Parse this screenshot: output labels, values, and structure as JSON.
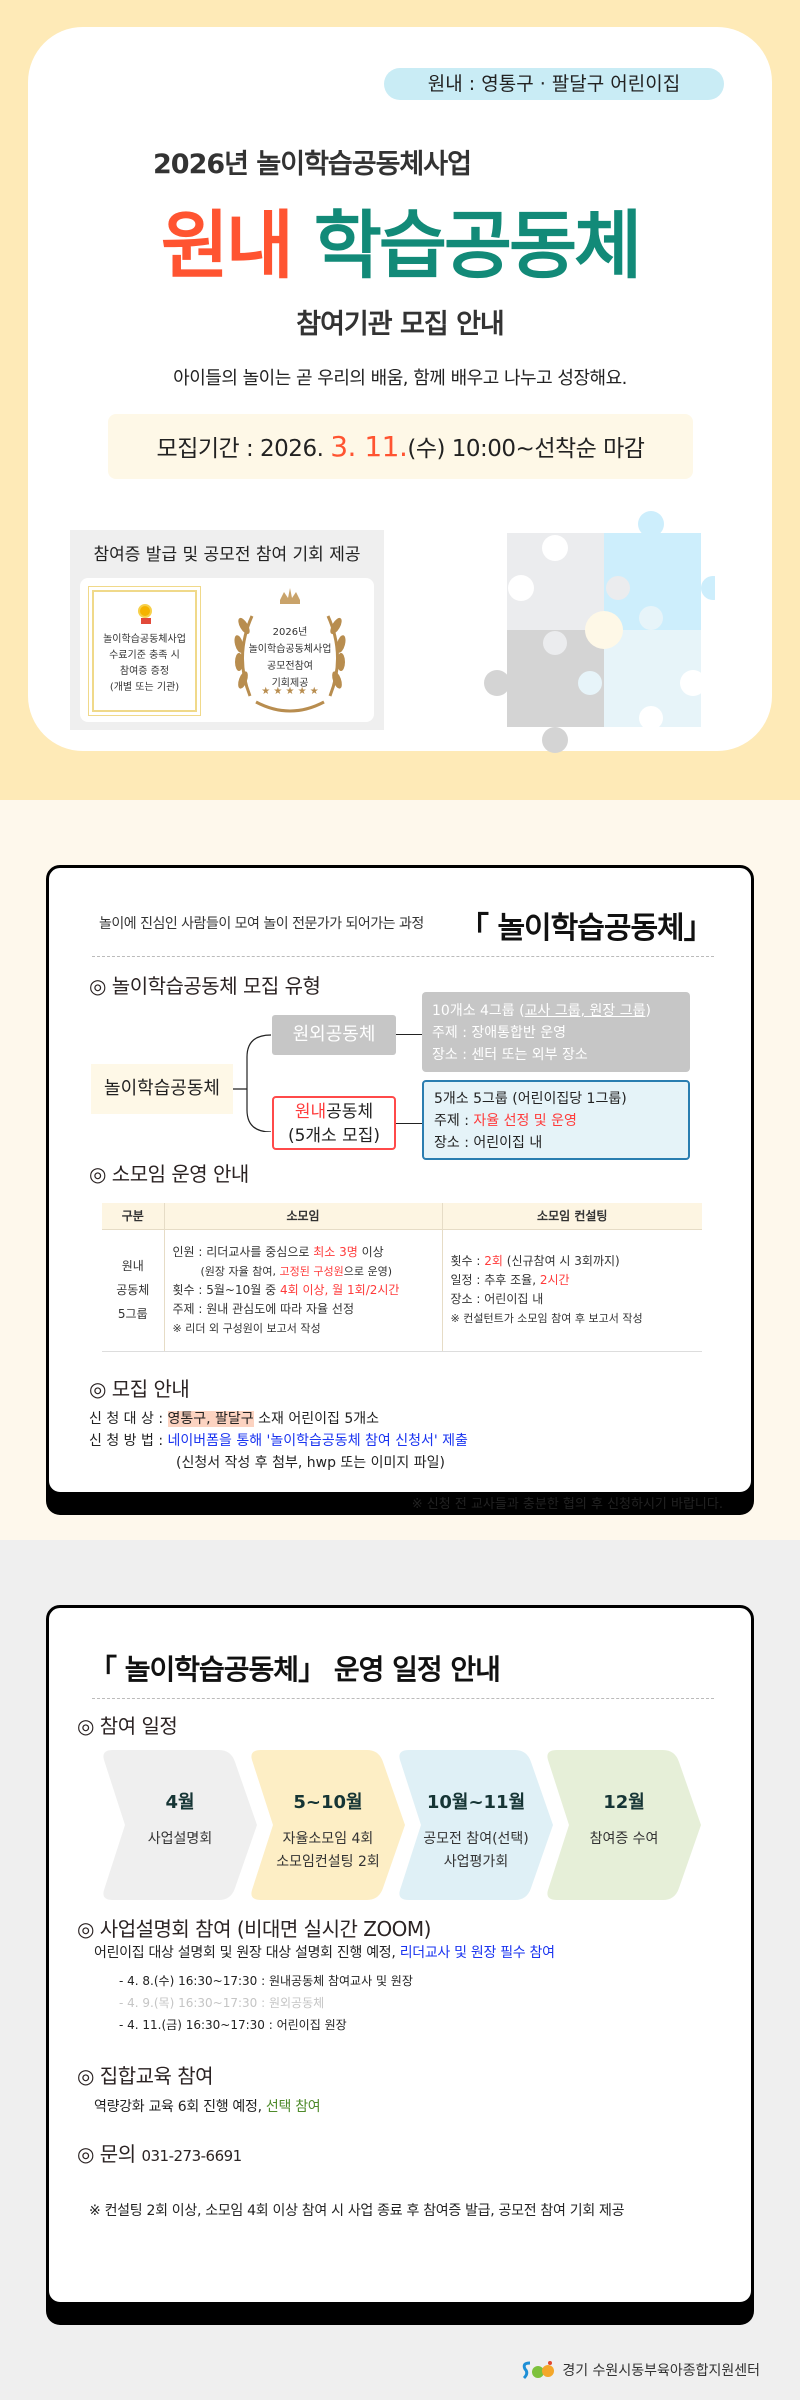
{
  "hero": {
    "badge": "원내 : 영통구 · 팔달구 어린이집",
    "subtitle": "2026년 놀이학습공동체사업",
    "title_red": "원내",
    "title_green": "학습공동체",
    "guide": "참여기관 모집 안내",
    "slogan": "아이들의 놀이는 곧 우리의 배움, 함께 배우고 나누고 성장해요.",
    "period": {
      "prefix": "모집기간 : 2026. ",
      "highlight": "3. 11.",
      "suffix": "(수) 10:00~선착순 마감"
    },
    "certificate": {
      "title": "참여증 발급 및 공모전 참여 기회 제공",
      "frame_lines": [
        "놀이학습공동체사업",
        "수료기준 충족 시",
        "참여증 증정",
        "(개별 또는 기관)"
      ],
      "laurel_lines": [
        "2026년",
        "놀이학습공동체사업",
        "공모전참여",
        "기회제공"
      ]
    },
    "colors": {
      "red": "#ff5431",
      "green": "#128a78",
      "bg": "#feeab7"
    }
  },
  "about": {
    "intro_small": "놀이에 진심인 사람들이 모여 놀이 전문가가 되어가는 과정",
    "intro_big": "「 놀이학습공동체」",
    "types_heading": "◎ 놀이학습공동체 모집 유형",
    "tree": {
      "root": "놀이학습공동체",
      "outside": {
        "label": "원외공동체",
        "line1_a": "10개소  4그룹 (",
        "line1_u": "교사 그룹, 원장 그룹",
        "line1_b": ")",
        "line2": "주제 : 장애통합반 운영",
        "line3": "장소 : 센터 또는 외부 장소"
      },
      "inside": {
        "label_red": "원내",
        "label_rest": "공동체",
        "sub": "(5개소 모집)",
        "line1": "5개소 5그룹 (어린이집당 1그룹)",
        "line2_a": "주제 : ",
        "line2_red": "자율 선정 및 운영",
        "line3": "장소 : 어린이집 내"
      }
    },
    "ops_heading": "◎ 소모임 운영 안내",
    "table": {
      "headers": [
        "구분",
        "소모임",
        "소모임 컨설팅"
      ],
      "row_label": [
        "원내",
        "공동체",
        "5그룹"
      ],
      "meeting": {
        "l1_a": "인원 : 리더교사를 중심으로 ",
        "l1_red": "최소 3명",
        "l1_b": " 이상",
        "l2_a": "(원장 자율 참여, ",
        "l2_red": "고정된 구성원",
        "l2_b": "으로 운영)",
        "l3_a": "횟수 : 5월~10월 중 ",
        "l3_red": "4회 이상, 월 1회/2시간",
        "l4": "주제 : 원내 관심도에 따라 자율 선정",
        "l5": "※ 리더 외 구성원이 보고서 작성"
      },
      "consulting": {
        "l1_a": "횟수 : ",
        "l1_red": "2회",
        "l1_b": " (신규참여 시 3회까지)",
        "l2_a": "일정 : 추후 조율, ",
        "l2_red": "2시간",
        "l3": "장소 : 어린이집 내",
        "l4": "※ 컨설턴트가 소모임 참여 후 보고서 작성"
      }
    },
    "recruit_heading": "◎ 모집 안내",
    "recruit": {
      "target_label": "신 청 대 상 : ",
      "target_mark": "영통구, 팔달구",
      "target_rest": " 소재 어린이집 5개소",
      "method_label": "신 청 방 법 : ",
      "method_blue": "네이버폼을 통해 '놀이학습공동체 참여 신청서' 제출",
      "method_sub": "(신청서 작성 후 첨부, hwp 또는 이미지 파일)"
    },
    "note": "※ 신청 전 교사들과 충분한 협의 후 신청하시기 바랍니다."
  },
  "schedule": {
    "title": "「 놀이학습공동체」 운영 일정 안내",
    "participate_heading": "◎ 참여 일정",
    "steps": [
      {
        "month": "4월",
        "desc": [
          "사업설명회"
        ],
        "color": "#efefef"
      },
      {
        "month": "5~10월",
        "desc": [
          "자율소모임 4회",
          "소모임컨설팅 2회"
        ],
        "color": "#fdeec5"
      },
      {
        "month": "10월~11월",
        "desc": [
          "공모전 참여(선택)",
          "사업평가회"
        ],
        "color": "#dff0f6"
      },
      {
        "month": "12월",
        "desc": [
          "참여증 수여"
        ],
        "color": "#e6efd8"
      }
    ],
    "briefing_heading": "◎ 사업설명회 참여 (비대면 실시간 ZOOM)",
    "briefing_text_a": "어린이집 대상 설명회 및 원장 대상 설명회 진행 예정, ",
    "briefing_text_blue": "리더교사 및 원장 필수 참여",
    "briefing_items": [
      {
        "text": "- 4.  8.(수) 16:30~17:30 : 원내공동체 참여교사 및 원장",
        "muted": false
      },
      {
        "text": "- 4.  9.(목) 16:30~17:30 : 원외공동체",
        "muted": true
      },
      {
        "text": "- 4. 11.(금) 16:30~17:30 : 어린이집 원장",
        "muted": false
      }
    ],
    "edu_heading": "◎ 집합교육 참여",
    "edu_text_a": "역량강화 교육 6회 진행 예정, ",
    "edu_text_green": "선택 참여",
    "contact_heading": "◎ 문의",
    "contact_phone": "031-273-6691",
    "note": "※ 컨설팅 2회 이상, 소모임 4회 이상 참여 시 사업 종료 후 참여증 발급, 공모전 참여 기회 제공"
  },
  "footer": {
    "org": "경기 수원시동부육아종합지원센터"
  }
}
